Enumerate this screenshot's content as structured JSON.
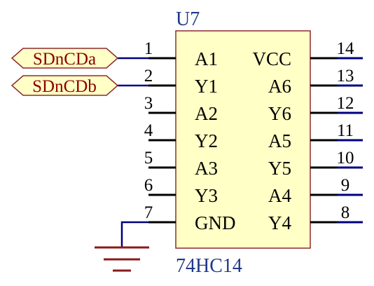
{
  "colors": {
    "body_fill": "#FFFFC6",
    "body_stroke": "#8E2A2E",
    "pin_stroke": "#000000",
    "wire": "#000080",
    "label_text": "#1F3A8A",
    "netlabel_fill": "#FFFFC6",
    "netlabel_stroke": "#8E2A2E",
    "netlabel_text": "#8B0000",
    "ground": "#8B1A1A"
  },
  "component": {
    "designator": "U7",
    "part": "74HC14",
    "left_pins": [
      {
        "number": "1",
        "name": "A1"
      },
      {
        "number": "2",
        "name": "Y1"
      },
      {
        "number": "3",
        "name": "A2"
      },
      {
        "number": "4",
        "name": "Y2"
      },
      {
        "number": "5",
        "name": "A3"
      },
      {
        "number": "6",
        "name": "Y3"
      },
      {
        "number": "7",
        "name": "GND"
      }
    ],
    "right_pins": [
      {
        "number": "14",
        "name": "VCC"
      },
      {
        "number": "13",
        "name": "A6"
      },
      {
        "number": "12",
        "name": "Y6"
      },
      {
        "number": "11",
        "name": "A5"
      },
      {
        "number": "10",
        "name": "Y5"
      },
      {
        "number": "9",
        "name": "A4"
      },
      {
        "number": "8",
        "name": "Y4"
      }
    ]
  },
  "net_labels": [
    {
      "text": "SDnCDa",
      "pin": "1"
    },
    {
      "text": "SDnCDb",
      "pin": "2"
    }
  ],
  "ground_symbol": {
    "pin": "7",
    "icon": "ground-icon"
  }
}
